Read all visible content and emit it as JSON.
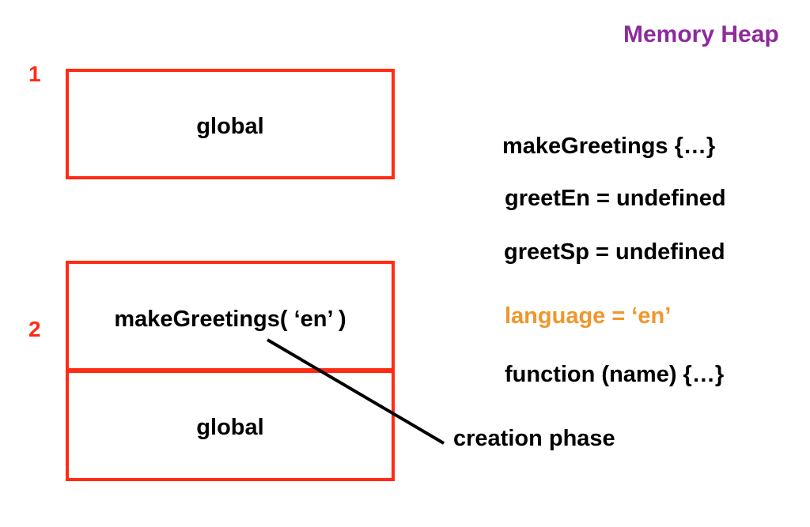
{
  "memory_heap": {
    "title": "Memory Heap",
    "title_color": "#8e2a9c",
    "entries": [
      {
        "text": "makeGreetings {…}",
        "color": "#000000"
      },
      {
        "text": "greetEn = undefined",
        "color": "#000000"
      },
      {
        "text": "greetSp = undefined",
        "color": "#000000"
      },
      {
        "text": "language = ‘en’",
        "color": "#f0962b"
      },
      {
        "text": "function (name) {…}",
        "color": "#000000"
      }
    ]
  },
  "execution_stack": {
    "frame_color": "#ff2b14",
    "number_color": "#ff2b14",
    "state_1": {
      "number": "1",
      "frames": [
        "global"
      ]
    },
    "state_2": {
      "number": "2",
      "frames": [
        "makeGreetings( ‘en’ )",
        "global"
      ]
    }
  },
  "annotation": {
    "label": "creation phase"
  }
}
